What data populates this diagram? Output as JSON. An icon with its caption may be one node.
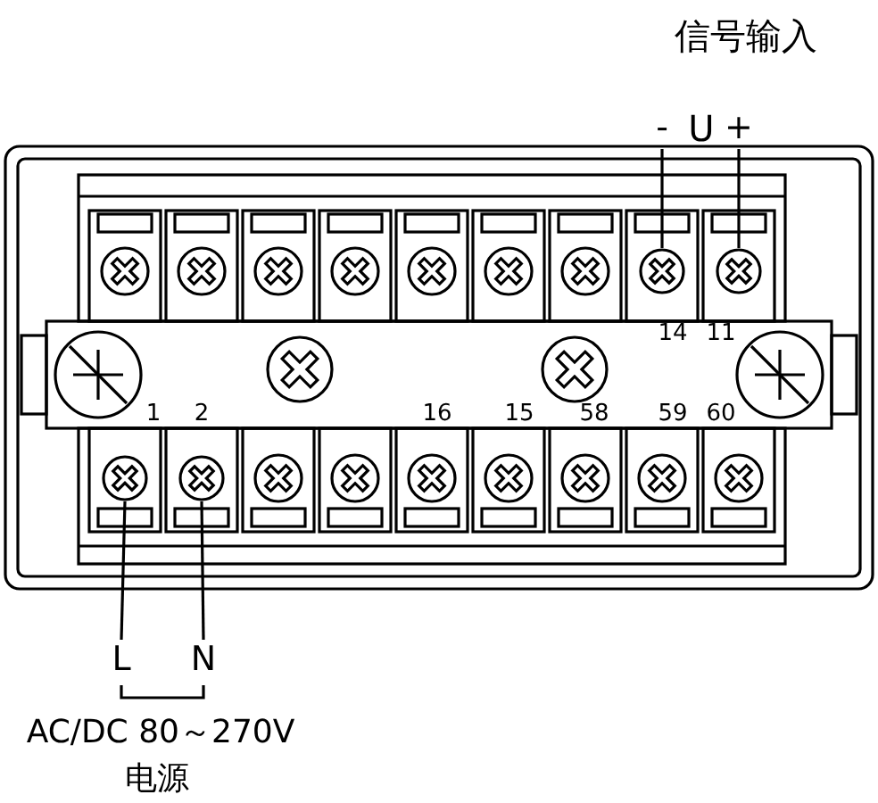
{
  "diagram": {
    "nodes": [
      {
        "text": [
          "-"
        ]
      },
      {
        "text": [
          "+"
        ]
      },
      {
        "text": [],
        "shape": "circle"
      },
      {
        "text": [],
        "shape": "circle"
      },
      {
        "text": [
          "L"
        ]
      },
      {
        "text": [
          "N"
        ]
      },
      {
        "text": [],
        "shape": "circle"
      },
      {
        "text": [],
        "shape": "circle"
      }
    ],
    "edges": [
      {
        "from": 0,
        "to": 2,
        "arrow": "none"
      },
      {
        "from": 1,
        "to": 3,
        "arrow": "none"
      },
      {
        "from": 4,
        "to": 6,
        "arrow": "none"
      },
      {
        "from": 5,
        "to": 7,
        "arrow": "none"
      }
    ],
    "labels": [
      "信号输入",
      "U",
      "14",
      "11",
      "1",
      "2",
      "16",
      "15",
      "58",
      "59",
      "60",
      "AC/DC 80～270V",
      "电源"
    ]
  }
}
